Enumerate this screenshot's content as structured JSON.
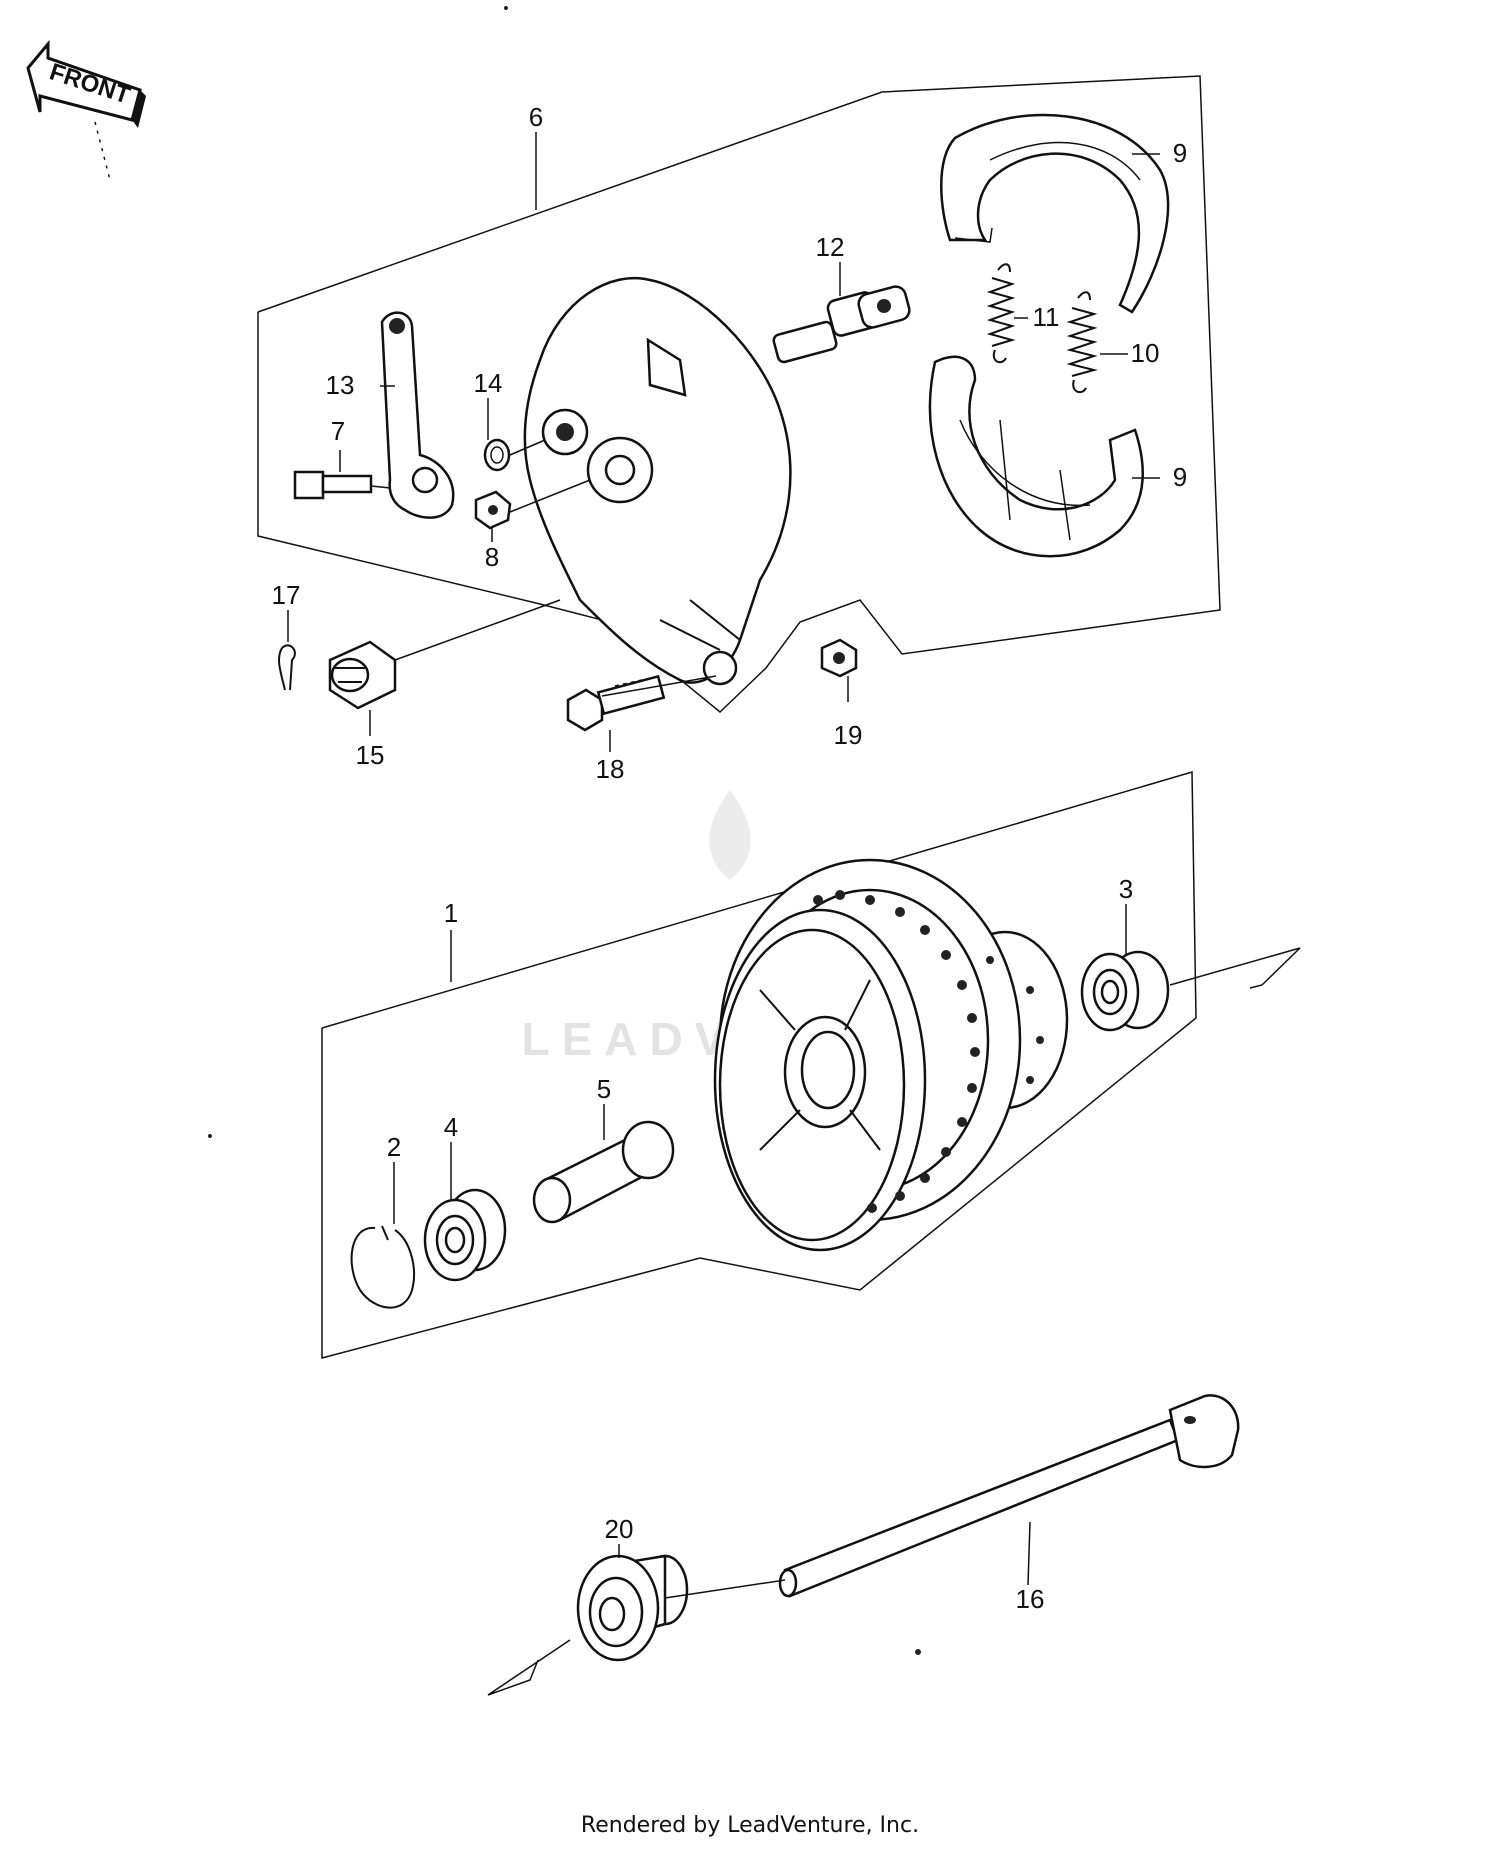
{
  "diagram": {
    "front_label": "FRONT",
    "callouts": {
      "c1": "1",
      "c2": "2",
      "c3": "3",
      "c4": "4",
      "c5": "5",
      "c6": "6",
      "c7": "7",
      "c8": "8",
      "c9a": "9",
      "c9b": "9",
      "c10": "10",
      "c11": "11",
      "c12": "12",
      "c13": "13",
      "c14": "14",
      "c15": "15",
      "c16": "16",
      "c17": "17",
      "c18": "18",
      "c19": "19",
      "c20": "20"
    },
    "watermark": "LEADVENTURE",
    "footer": "Rendered by LeadVenture, Inc."
  }
}
